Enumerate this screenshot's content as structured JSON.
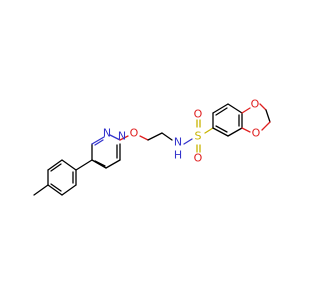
{
  "molecule": {
    "atom_labels": {
      "n1": "N",
      "n2": "N",
      "o_ether": "O",
      "nh": "N",
      "h": "H",
      "s": "S",
      "o_s_top": "O",
      "o_s_bottom": "O",
      "o_ring_top": "O",
      "o_ring_bottom": "O"
    },
    "colors": {
      "carbon": "#000000",
      "nitrogen": "#3333cc",
      "oxygen": "#e02020",
      "sulfur": "#c8b400"
    }
  }
}
